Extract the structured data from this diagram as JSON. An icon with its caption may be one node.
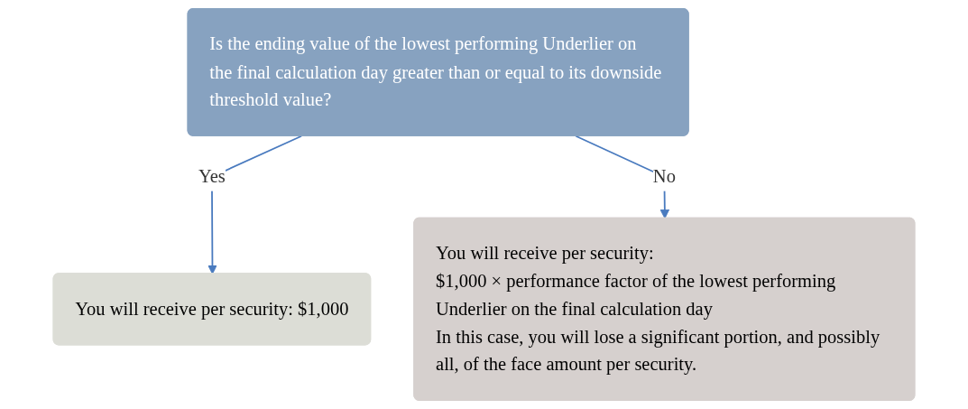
{
  "diagram": {
    "nodes": [
      {
        "text": [
          "Is the ending value of the lowest performing Underlier on the final calculation day greater than or equal to its downside threshold value?"
        ]
      },
      {
        "text": [
          "You will receive per security: $1,000"
        ]
      },
      {
        "text": [
          "You will receive per security:",
          "$1,000 × performance factor of the lowest performing Underlier on the final calculation day",
          "In this case, you will lose a significant portion, and possibly all, of the face amount per security."
        ]
      }
    ],
    "edges": [
      {
        "from": 0,
        "to": 1,
        "arrow": "to",
        "label": "Yes"
      },
      {
        "from": 0,
        "to": 2,
        "arrow": "to",
        "label": "No"
      }
    ]
  }
}
